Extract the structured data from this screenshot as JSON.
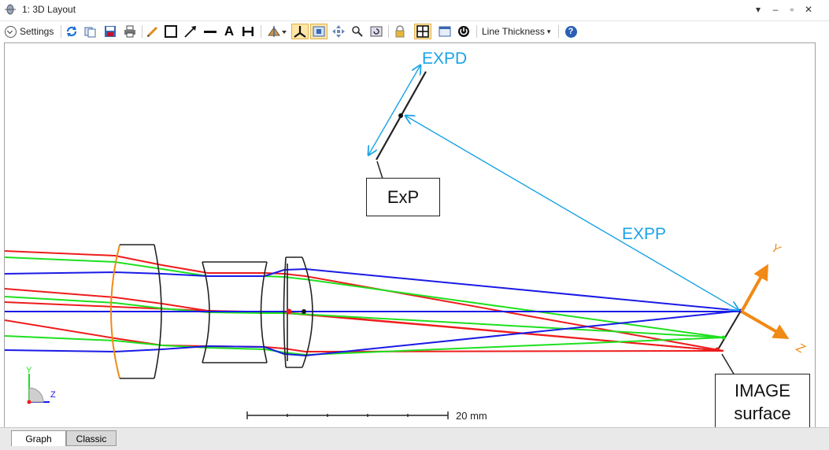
{
  "window": {
    "title": "1: 3D Layout"
  },
  "toolbar": {
    "settings_label": "Settings",
    "line_thickness_label": "Line Thickness",
    "dropdown_glyph": "▾",
    "help_glyph": "?",
    "text_tool_glyph": "A",
    "icons": [
      "refresh-icon",
      "copy-icon",
      "save-icon",
      "print-icon",
      "pencil-icon",
      "rectangle-icon",
      "arrow-tool-icon",
      "line-tool-icon",
      "text-tool-icon",
      "dimension-tool-icon",
      "rotate-icon",
      "axes-icon",
      "fit-icon",
      "pan-icon",
      "zoom-icon",
      "restore-icon",
      "lock-icon",
      "layout-icon",
      "window-icon",
      "power-icon",
      "help-icon"
    ]
  },
  "labels": {
    "expd": "EXPD",
    "expp": "EXPP",
    "exp": "ExP",
    "image_surface_line1": "IMAGE",
    "image_surface_line2": "surface",
    "axis_y": "Y",
    "axis_z": "Z",
    "small_axis_y": "Y",
    "small_axis_z": "Z",
    "scale_bar": "20 mm"
  },
  "tabs": [
    "Graph",
    "Classic"
  ],
  "colors": {
    "ray_red": "#ee1c1c",
    "ray_green": "#1ee01e",
    "ray_blue": "#1a1ae6",
    "annotation_cyan": "#1aa3e8",
    "axis_orange": "#f08a14",
    "lens_edge_orange": "#f08a14"
  }
}
